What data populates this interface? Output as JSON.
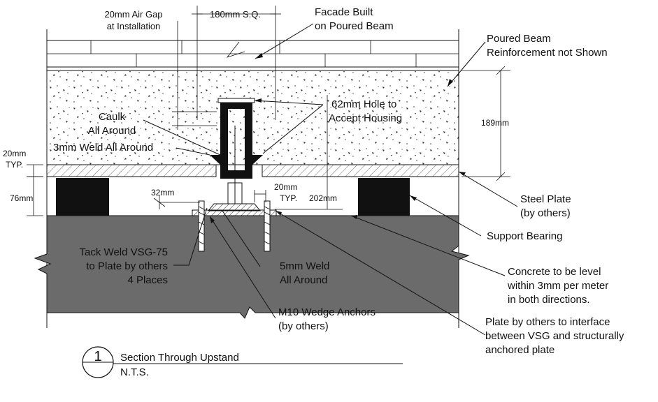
{
  "labels": {
    "air_gap_1": "20mm Air Gap",
    "air_gap_2": "at Installation",
    "sq": "180mm S.Q.",
    "facade_1": "Facade Built",
    "facade_2": "on Poured Beam",
    "poured_1": "Poured Beam",
    "poured_2": "Reinforcement not Shown",
    "caulk_1": "Caulk",
    "caulk_2": "All Around",
    "hole_1": "62mm Hole to",
    "hole_2": "Accept Housing",
    "dim_189": "189mm",
    "weld3": "3mm Weld All Around",
    "typ20_1": "20mm",
    "typ20_2": "TYP.",
    "dim_76": "76mm",
    "dim_32": "32mm",
    "typ20b_1": "20mm",
    "typ20b_2": "TYP.",
    "dim_202": "202mm",
    "steel_1": "Steel Plate",
    "steel_2": "(by others)",
    "bearing": "Support Bearing",
    "tack_1": "Tack Weld VSG-75",
    "tack_2": "to Plate by others",
    "tack_3": "4 Places",
    "weld5_1": "5mm Weld",
    "weld5_2": "All Around",
    "concrete_1": "Concrete to be level",
    "concrete_2": "within 3mm per meter",
    "concrete_3": "in both directions.",
    "anchors_1": "M10 Wedge Anchors",
    "anchors_2": "(by others)",
    "plate_1": "Plate by others to interface",
    "plate_2": "between VSG and structurally",
    "plate_3": "anchored plate"
  },
  "title_block": {
    "number": "1",
    "title": "Section Through Upstand",
    "scale": "N.T.S."
  }
}
